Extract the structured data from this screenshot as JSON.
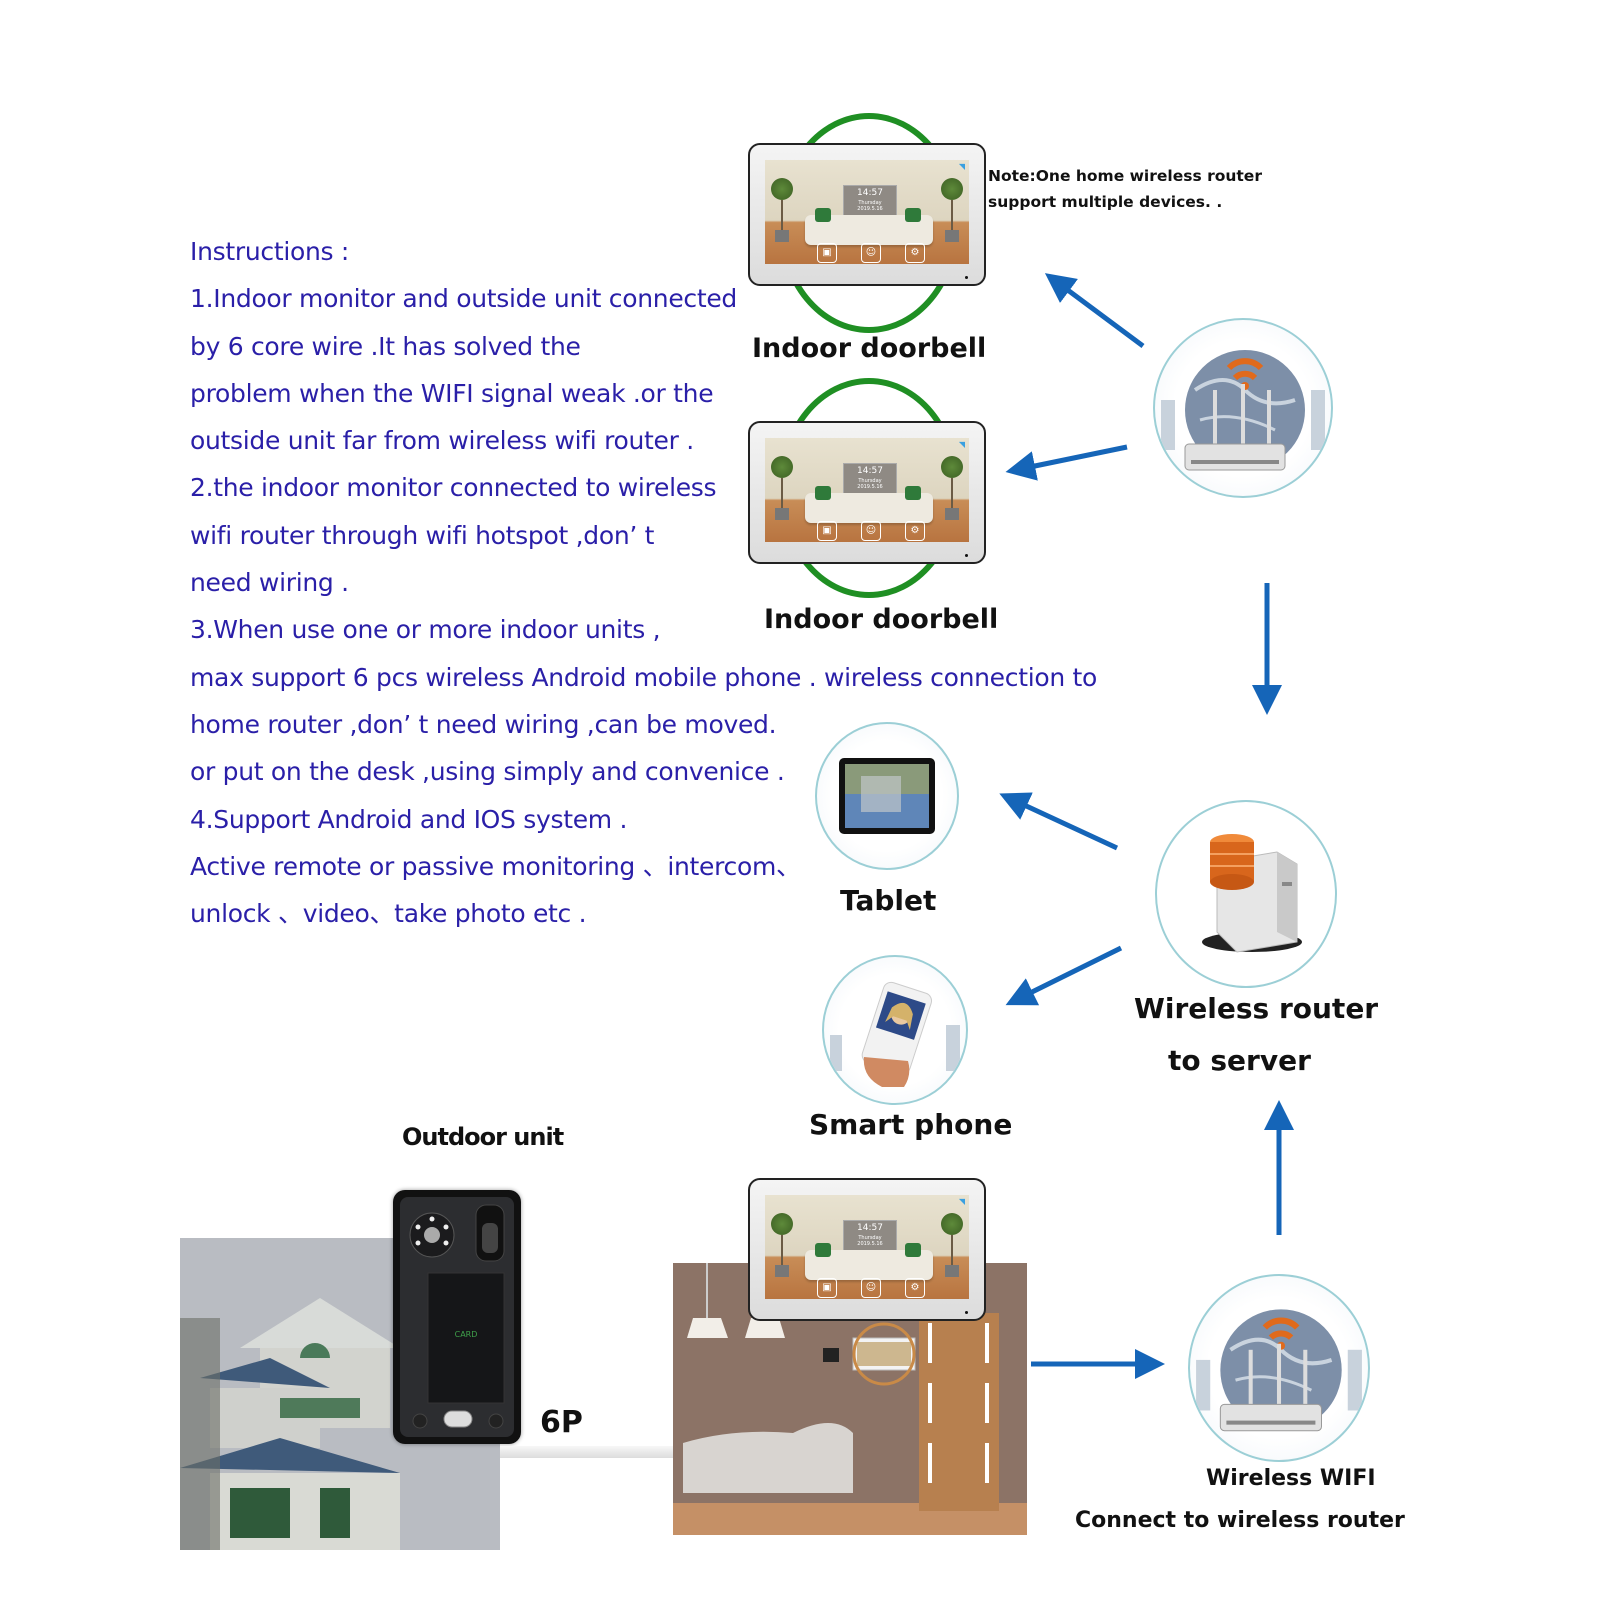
{
  "instructions": {
    "lines": [
      "Instructions :",
      "1.Indoor monitor and outside unit connected",
      "by 6 core wire .It has solved the",
      "problem when the WIFI signal weak .or the",
      "outside unit far from wireless wifi router .",
      "2.the indoor monitor connected to wireless",
      "wifi router through wifi hotspot ,don’  t",
      "need  wiring .",
      "3.When use one or more indoor units ,",
      "max support 6 pcs   wireless Android mobile phone . wireless connection to",
      "home router ,don’  t need wiring ,can be moved.",
      "or put on the desk  ,using simply and convenice .",
      "4.Support Android and IOS system  .",
      "Active remote or passive monitoring 、intercom、",
      "unlock 、video、take photo etc ."
    ]
  },
  "note": {
    "line1": "Note:One home wireless router",
    "line2": "support multiple  devices. ."
  },
  "devices": {
    "indoor_top": {
      "label": "Indoor doorbell"
    },
    "indoor_middle": {
      "label": "Indoor doorbell"
    },
    "tablet": {
      "label": "Tablet"
    },
    "smartphone": {
      "label": "Smart phone"
    },
    "server": {
      "label_line1": "Wireless router",
      "label_line2": "to server"
    },
    "outdoor": {
      "label": "Outdoor unit",
      "card_text": "CARD"
    },
    "wire": {
      "label": "6P"
    },
    "wifi_router": {
      "label_line1": "Wireless WIFI",
      "label_line2": "Connect to wireless router"
    }
  },
  "monitor_screen": {
    "time": "14:57",
    "day": "Thursday",
    "date": "2019.5.16",
    "buttons": [
      "Visitor record",
      "Video monitor",
      "System"
    ]
  },
  "colors": {
    "instruction_text": "#2a1fa8",
    "arrow": "#1565b8",
    "ring": "#1f8f23",
    "circle_border": "#9ccfd6"
  }
}
